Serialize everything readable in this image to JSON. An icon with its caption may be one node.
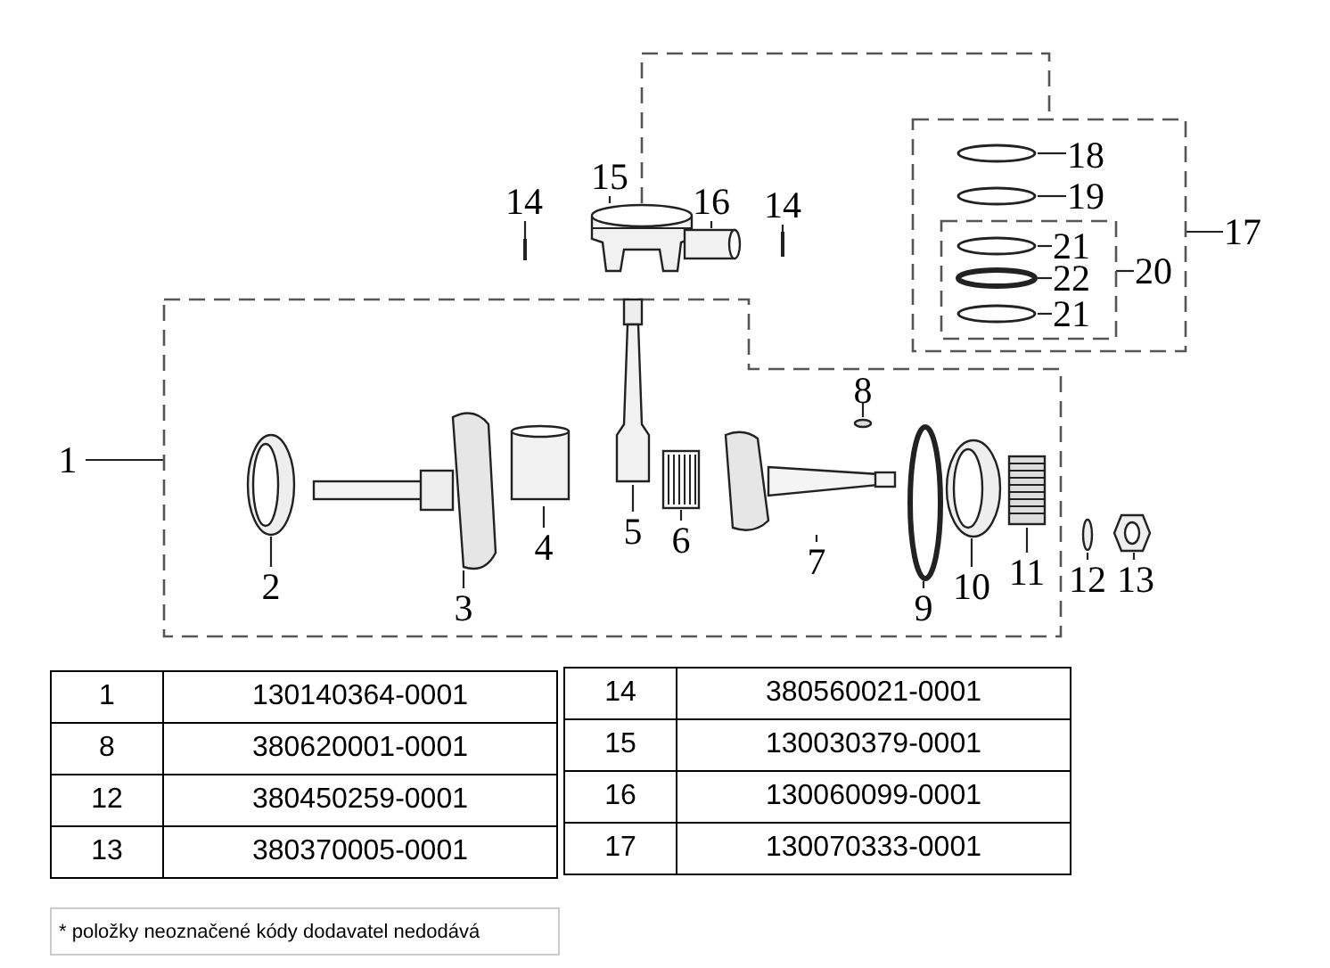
{
  "diagram": {
    "nodes": [
      {
        "text": [],
        "shape": "box"
      },
      {
        "text": [],
        "shape": "picture",
        "in": 0
      },
      {
        "text": [],
        "shape": "picture",
        "in": 0
      },
      {
        "text": [],
        "shape": "cylinder",
        "in": 0
      },
      {
        "text": [],
        "shape": "picture",
        "in": 0
      },
      {
        "text": [],
        "shape": "picture",
        "in": 0
      },
      {
        "text": [],
        "shape": "picture",
        "in": 0
      },
      {
        "text": [],
        "shape": "circle",
        "in": 0
      },
      {
        "text": [],
        "shape": "circle",
        "in": 0
      },
      {
        "text": [],
        "shape": "picture",
        "in": 0
      },
      {
        "text": [],
        "shape": "picture",
        "in": 0
      },
      {
        "text": [],
        "shape": "circle"
      },
      {
        "text": [],
        "shape": "picture"
      },
      {
        "text": [],
        "shape": "picture"
      },
      {
        "text": [],
        "shape": "picture"
      },
      {
        "text": [],
        "shape": "cylinder"
      },
      {
        "text": [],
        "shape": "picture"
      },
      {
        "text": [],
        "shape": "box"
      },
      {
        "text": [],
        "shape": "circle",
        "in": 17
      },
      {
        "text": [],
        "shape": "circle",
        "in": 17
      },
      {
        "text": [],
        "shape": "box",
        "in": 17
      },
      {
        "text": [],
        "shape": "circle",
        "in": 20
      },
      {
        "text": [],
        "shape": "circle",
        "in": 20
      },
      {
        "text": [],
        "shape": "circle",
        "in": 20
      },
      {
        "text": [
          "1"
        ]
      },
      {
        "text": [
          "2"
        ],
        "in": 0
      },
      {
        "text": [
          "3"
        ],
        "in": 0
      },
      {
        "text": [
          "4"
        ],
        "in": 0
      },
      {
        "text": [
          "5"
        ],
        "in": 0
      },
      {
        "text": [
          "6"
        ],
        "in": 0
      },
      {
        "text": [
          "7"
        ],
        "in": 0
      },
      {
        "text": [
          "8"
        ],
        "in": 0
      },
      {
        "text": [
          "9"
        ],
        "in": 0
      },
      {
        "text": [
          "10"
        ],
        "in": 0
      },
      {
        "text": [
          "11"
        ],
        "in": 0
      },
      {
        "text": [
          "12"
        ]
      },
      {
        "text": [
          "13"
        ]
      },
      {
        "text": [
          "14"
        ]
      },
      {
        "text": [
          "15"
        ]
      },
      {
        "text": [
          "16"
        ]
      },
      {
        "text": [
          "14"
        ]
      },
      {
        "text": [
          "17"
        ]
      },
      {
        "text": [
          "18"
        ],
        "in": 17
      },
      {
        "text": [
          "19"
        ],
        "in": 17
      },
      {
        "text": [
          "20"
        ],
        "in": 17
      },
      {
        "text": [
          "21"
        ],
        "in": 20
      },
      {
        "text": [
          "22"
        ],
        "in": 20
      },
      {
        "text": [
          "21"
        ],
        "in": 20
      }
    ],
    "edges": [
      {
        "from": 24,
        "to": 0,
        "arrow": "none"
      },
      {
        "from": 25,
        "to": 1,
        "arrow": "none"
      },
      {
        "from": 26,
        "to": 2,
        "arrow": "none"
      },
      {
        "from": 27,
        "to": 3,
        "arrow": "none"
      },
      {
        "from": 28,
        "to": 4,
        "arrow": "none"
      },
      {
        "from": 29,
        "to": 5,
        "arrow": "none"
      },
      {
        "from": 30,
        "to": 6,
        "arrow": "none"
      },
      {
        "from": 31,
        "to": 7,
        "arrow": "none"
      },
      {
        "from": 32,
        "to": 8,
        "arrow": "none"
      },
      {
        "from": 33,
        "to": 9,
        "arrow": "none"
      },
      {
        "from": 34,
        "to": 10,
        "arrow": "none"
      },
      {
        "from": 35,
        "to": 11,
        "arrow": "none"
      },
      {
        "from": 36,
        "to": 12,
        "arrow": "none"
      },
      {
        "from": 37,
        "to": 13,
        "arrow": "none"
      },
      {
        "from": 38,
        "to": 14,
        "arrow": "none"
      },
      {
        "from": 39,
        "to": 15,
        "arrow": "none"
      },
      {
        "from": 40,
        "to": 16,
        "arrow": "none"
      },
      {
        "from": 41,
        "to": 17,
        "arrow": "none"
      },
      {
        "from": 42,
        "to": 18,
        "arrow": "none"
      },
      {
        "from": 43,
        "to": 19,
        "arrow": "none"
      },
      {
        "from": 44,
        "to": 20,
        "arrow": "none"
      },
      {
        "from": 45,
        "to": 21,
        "arrow": "none"
      },
      {
        "from": 46,
        "to": 22,
        "arrow": "none"
      },
      {
        "from": 47,
        "to": 23,
        "arrow": "none"
      },
      {
        "from": 14,
        "to": 17,
        "arrow": "none",
        "style": "dashed"
      }
    ],
    "labels": [
      "1",
      "130140364-0001",
      "8",
      "380620001-0001",
      "12",
      "380450259-0001",
      "13",
      "380370005-0001",
      "14",
      "380560021-0001",
      "15",
      "130030379-0001",
      "16",
      "130060099-0001",
      "17",
      "130070333-0001",
      "* položky neoznačené kódy dodavatel nedodává"
    ]
  }
}
